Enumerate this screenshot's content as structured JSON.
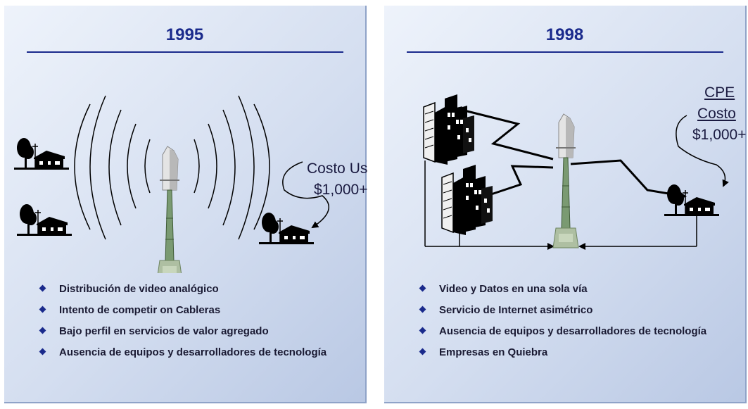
{
  "left_panel": {
    "year": "1995",
    "cost_label_line1": "Costo Us",
    "cost_label_line2": "$1,000+",
    "bullets": [
      "Distribución de video analógico",
      "Intento de competir on Cableras",
      "Bajo perfil en servicios de valor agregado",
      "Ausencia de equipos y desarrolladores de tecnología"
    ]
  },
  "right_panel": {
    "year": "1998",
    "cpe_label_line1": "CPE",
    "cpe_label_line2": "Costo",
    "cpe_label_line3": "$1,000+",
    "bullets": [
      "Video y Datos en una sola vía",
      "Servicio de Internet asimétrico",
      "Ausencia de equipos y desarrolladores de tecnología",
      "Empresas en Quiebra"
    ]
  },
  "colors": {
    "title": "#1a2a8c",
    "panel_gradient_start": "#eef3fb",
    "panel_gradient_end": "#b9c8e4"
  }
}
